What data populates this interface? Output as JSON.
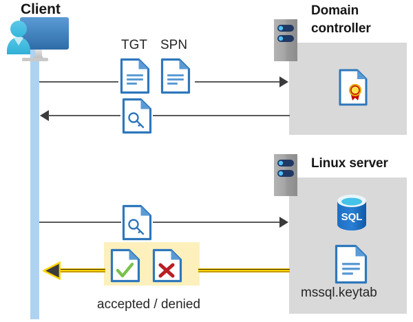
{
  "diagram": {
    "title": "Kerberos authentication flow between client, domain controller and Linux server",
    "type": "sequence-diagram"
  },
  "actors": {
    "client": {
      "label": "Client",
      "icon": "user-computer-icon",
      "lifeline_color": "#aed2f2"
    },
    "domain_controller": {
      "label": "Domain\ncontroller",
      "line1": "Domain",
      "line2": "controller",
      "icon": "server-rack-icon",
      "panel_color": "#d9d9d9"
    },
    "linux_server": {
      "label": "Linux server",
      "icon": "server-rack-icon",
      "panel_color": "#d9d9d9"
    }
  },
  "messages": [
    {
      "id": "m1",
      "direction": "right",
      "from": "client",
      "to": "domain_controller",
      "payload_labels": [
        "TGT",
        "SPN"
      ],
      "payload_icons": [
        "document-icon",
        "document-icon"
      ]
    },
    {
      "id": "m2",
      "direction": "left",
      "from": "domain_controller",
      "to": "client",
      "payload_labels": [],
      "payload_icons": [
        "document-key-icon"
      ]
    },
    {
      "id": "m3",
      "direction": "right",
      "from": "client",
      "to": "linux_server",
      "payload_labels": [],
      "payload_icons": [
        "document-key-icon"
      ]
    },
    {
      "id": "m4",
      "direction": "left",
      "from": "linux_server",
      "to": "client",
      "payload_labels": [
        "accepted / denied"
      ],
      "payload_icons": [
        "document-check-icon",
        "document-cross-icon"
      ],
      "highlight_color": "#fdf0bd",
      "arrow_color": "#ffd400"
    }
  ],
  "labels": {
    "tgt": "TGT",
    "spn": "SPN",
    "accepted_denied": "accepted / denied",
    "mssql_keytab": "mssql.keytab",
    "sql": "SQL"
  },
  "panel_contents": {
    "domain_controller": [
      {
        "icon": "certificate-document-icon",
        "label": ""
      }
    ],
    "linux_server": [
      {
        "icon": "sql-database-icon",
        "label": "SQL"
      },
      {
        "icon": "document-icon",
        "label": "mssql.keytab"
      }
    ]
  },
  "colors": {
    "lifeline": "#aed2f2",
    "panel": "#d9d9d9",
    "line": "#59595c",
    "highlight": "#fdf0bd",
    "yellow_arrow": "#ffd400",
    "doc_blue": "#2e77bc",
    "check_green": "#79c14b",
    "cross_red": "#b81f25",
    "rack_navy": "#1f3864",
    "sql_blue": "#1f6fc4"
  }
}
